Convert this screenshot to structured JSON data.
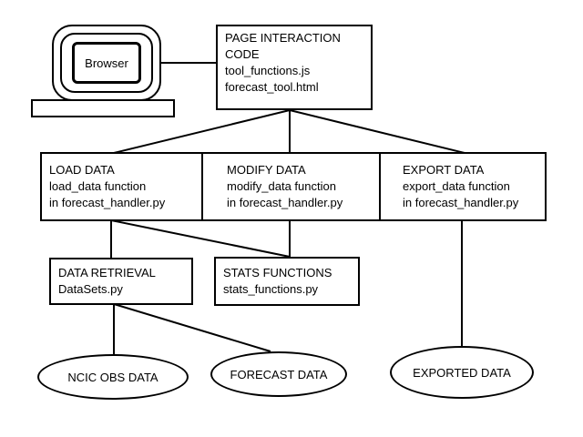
{
  "browser": {
    "label": "Browser"
  },
  "page_interaction": {
    "lines": [
      "PAGE INTERACTION",
      "CODE",
      "tool_functions.js",
      "forecast_tool.html"
    ]
  },
  "load_data": {
    "lines": [
      "LOAD DATA",
      "load_data function",
      "in forecast_handler.py"
    ]
  },
  "modify_data": {
    "lines": [
      "MODIFY DATA",
      "modify_data function",
      "in forecast_handler.py"
    ]
  },
  "export_data": {
    "lines": [
      "EXPORT DATA",
      "export_data function",
      "in forecast_handler.py"
    ]
  },
  "data_retrieval": {
    "lines": [
      "DATA RETRIEVAL",
      "DataSets.py"
    ]
  },
  "stats_functions": {
    "lines": [
      "STATS FUNCTIONS",
      "stats_functions.py"
    ]
  },
  "ncic_obs": {
    "label": "NCIC OBS DATA"
  },
  "forecast_data": {
    "label": "FORECAST DATA"
  },
  "exported_data": {
    "label": "EXPORTED DATA"
  }
}
